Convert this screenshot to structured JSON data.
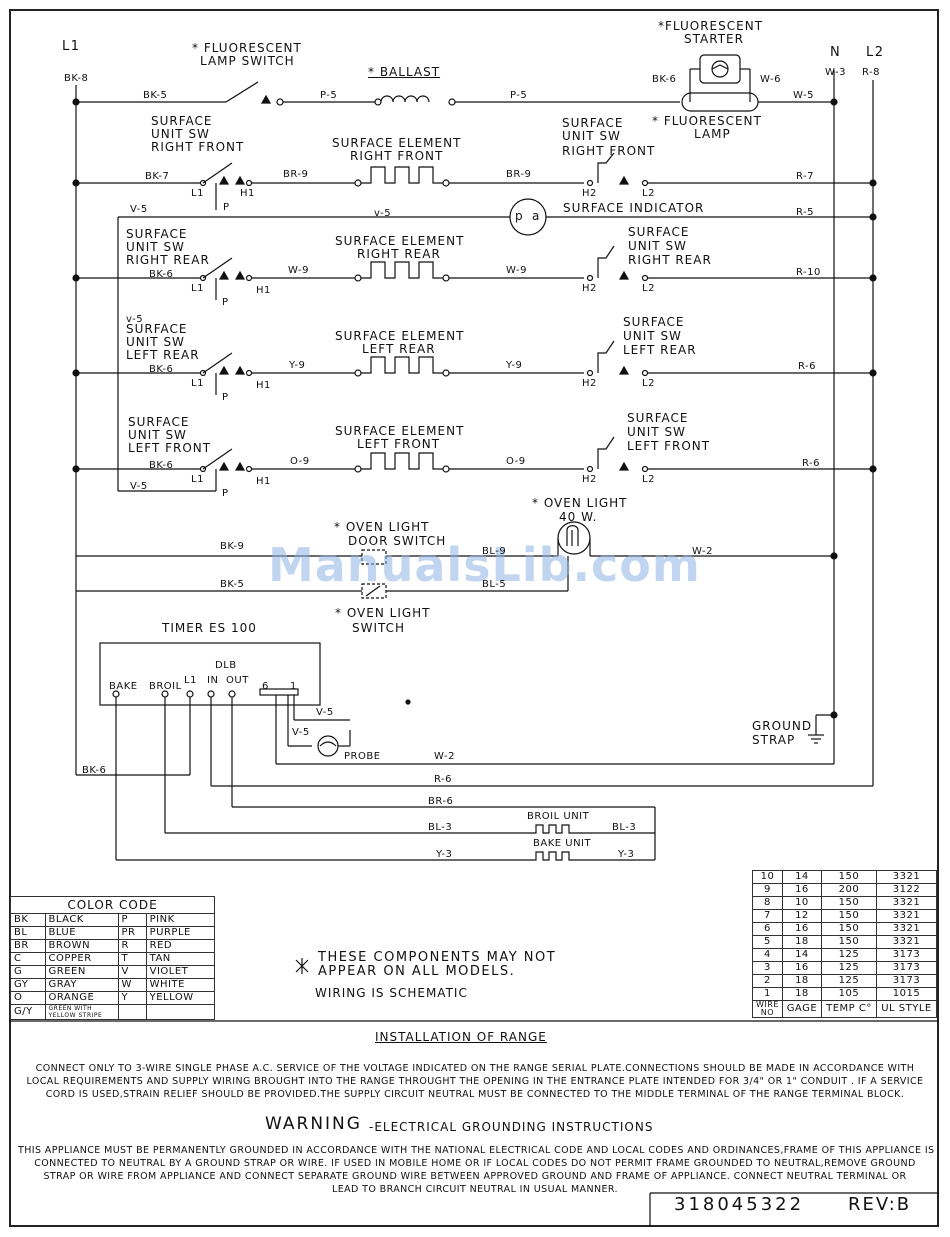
{
  "lines": {
    "l1": "L1",
    "l1_wire": "BK-8",
    "n": "N",
    "n_wire": "W-3",
    "l2": "L2",
    "l2_wire": "R-8"
  },
  "row1": {
    "switch_label": [
      "* FLUORESCENT",
      "LAMP SWITCH"
    ],
    "bk5": "BK-5",
    "p5a": "P-5",
    "ballast": "* BALLAST",
    "p5b": "P-5",
    "starter": [
      "*FLUORESCENT",
      "STARTER"
    ],
    "bk6": "BK-6",
    "w6": "W-6",
    "lamp": [
      "* FLUORESCENT",
      "LAMP"
    ],
    "w5": "W-5"
  },
  "rf": {
    "sw_label": [
      "SURFACE",
      "UNIT SW",
      "RIGHT FRONT"
    ],
    "bk7": "BK-7",
    "br9a": "BR-9",
    "elem": [
      "SURFACE ELEMENT",
      "RIGHT FRONT"
    ],
    "br9b": "BR-9",
    "sw2": [
      "SURFACE",
      "UNIT SW",
      "RIGHT FRONT"
    ],
    "r7": "R-7"
  },
  "ind": {
    "v5a": "V-5",
    "v5b": "v-5",
    "label": "SURFACE INDICATOR",
    "r5": "R-5",
    "p": "p",
    "a": "a"
  },
  "rr": {
    "sw_label": [
      "SURFACE",
      "UNIT SW",
      "RIGHT REAR"
    ],
    "bk6": "BK-6",
    "w9a": "W-9",
    "elem": [
      "SURFACE ELEMENT",
      "RIGHT REAR"
    ],
    "w9b": "W-9",
    "sw2": [
      "SURFACE",
      "UNIT SW",
      "RIGHT REAR"
    ],
    "r10": "R-10"
  },
  "lr": {
    "v5": "v-5",
    "sw_label": [
      "SURFACE",
      "UNIT SW",
      "LEFT REAR"
    ],
    "bk6": "BK-6",
    "y9a": "Y-9",
    "elem": [
      "SURFACE ELEMENT",
      "LEFT REAR"
    ],
    "y9b": "Y-9",
    "sw2": [
      "SURFACE",
      "UNIT SW",
      "LEFT REAR"
    ],
    "r6": "R-6"
  },
  "lf": {
    "sw_label": [
      "SURFACE",
      "UNIT SW",
      "LEFT FRONT"
    ],
    "bk6": "BK-6",
    "o9a": "O-9",
    "elem": [
      "SURFACE ELEMENT",
      "LEFT FRONT"
    ],
    "o9b": "O-9",
    "sw2": [
      "SURFACE",
      "UNIT SW",
      "LEFT FRONT"
    ],
    "r6": "R-6",
    "v5": "V-5"
  },
  "term": {
    "l1": "L1",
    "p": "P",
    "h1": "H1",
    "h2": "H2",
    "l2": "L2"
  },
  "oven": {
    "light": [
      "* OVEN LIGHT",
      "40 W."
    ],
    "door_sw": [
      "* OVEN LIGHT",
      "DOOR SWITCH"
    ],
    "bk9": "BK-9",
    "bl9": "BL-9",
    "w2": "W-2",
    "bk5": "BK-5",
    "bl5": "BL-5",
    "light_sw": [
      "* OVEN LIGHT",
      "SWITCH"
    ]
  },
  "timer": {
    "title": "TIMER ES 100",
    "dlb": "DLB",
    "bake": "BAKE",
    "broil": "BROIL",
    "l1": "L1",
    "in": "IN",
    "out": "OUT",
    "six": "6",
    "one": "1",
    "v5a": "V-5",
    "v5b": "V-5",
    "probe": "PROBE",
    "w2": "W-2",
    "bk6": "BK-6",
    "r6": "R-6",
    "br6": "BR-6",
    "bl3a": "BL-3",
    "bl3b": "BL-3",
    "y3a": "Y-3",
    "y3b": "Y-3",
    "broil_unit": "BROIL UNIT",
    "bake_unit": "BAKE UNIT"
  },
  "ground": [
    "GROUND",
    "STRAP"
  ],
  "watermark": "ManualsLib.com",
  "color_code": {
    "title": "COLOR CODE",
    "rows": [
      [
        "BK",
        "BLACK",
        "P",
        "PINK"
      ],
      [
        "BL",
        "BLUE",
        "PR",
        "PURPLE"
      ],
      [
        "BR",
        "BROWN",
        "R",
        "RED"
      ],
      [
        "C",
        "COPPER",
        "T",
        "TAN"
      ],
      [
        "G",
        "GREEN",
        "V",
        "VIOLET"
      ],
      [
        "GY",
        "GRAY",
        "W",
        "WHITE"
      ],
      [
        "O",
        "ORANGE",
        "Y",
        "YELLOW"
      ],
      [
        "G/Y",
        "GREEN WITH YELLOW STRIPE",
        "",
        ""
      ]
    ]
  },
  "note": {
    "line1": "THESE COMPONENTS MAY NOT",
    "line2": "APPEAR ON ALL MODELS.",
    "line3": "WIRING IS SCHEMATIC"
  },
  "wire_table": {
    "rows": [
      [
        "10",
        "14",
        "150",
        "3321"
      ],
      [
        "9",
        "16",
        "200",
        "3122"
      ],
      [
        "8",
        "10",
        "150",
        "3321"
      ],
      [
        "7",
        "12",
        "150",
        "3321"
      ],
      [
        "6",
        "16",
        "150",
        "3321"
      ],
      [
        "5",
        "18",
        "150",
        "3321"
      ],
      [
        "4",
        "14",
        "125",
        "3173"
      ],
      [
        "3",
        "16",
        "125",
        "3173"
      ],
      [
        "2",
        "18",
        "125",
        "3173"
      ],
      [
        "1",
        "18",
        "105",
        "1015"
      ]
    ],
    "headers": [
      "WIRE NO",
      "GAGE",
      "TEMP C°",
      "UL STYLE"
    ]
  },
  "install": {
    "title": "INSTALLATION OF RANGE",
    "lines": [
      "CONNECT ONLY TO 3-WIRE SINGLE PHASE A.C. SERVICE OF THE VOLTAGE INDICATED ON THE RANGE SERIAL PLATE.CONNECTIONS SHOULD BE MADE IN ACCORDANCE WITH",
      "LOCAL REQUIREMENTS AND SUPPLY WIRING BROUGHT INTO THE RANGE THROUGHT THE OPENING IN THE ENTRANCE PLATE INTENDED FOR 3/4\" OR 1\" CONDUIT . IF A SERVICE",
      "CORD IS USED,STRAIN RELIEF SHOULD BE PROVIDED.THE SUPPLY CIRCUIT NEUTRAL MUST BE CONNECTED TO THE MIDDLE TERMINAL OF THE RANGE TERMINAL BLOCK."
    ]
  },
  "warning": {
    "title": "WARNING",
    "subtitle": "-ELECTRICAL GROUNDING INSTRUCTIONS",
    "lines": [
      "THIS APPLIANCE MUST BE PERMANENTLY GROUNDED IN ACCORDANCE WITH THE NATIONAL ELECTRICAL CODE AND LOCAL CODES AND ORDINANCES,FRAME OF THIS APPLIANCE IS",
      "CONNECTED TO NEUTRAL BY A GROUND STRAP OR WIRE. IF USED IN MOBILE HOME OR IF LOCAL CODES DO NOT PERMIT FRAME GROUNDED TO NEUTRAL,REMOVE GROUND",
      "STRAP OR WIRE FROM APPLIANCE AND CONNECT SEPARATE GROUND WIRE BETWEEN APPROVED GROUND AND FRAME OF APPLIANCE. CONNECT NEUTRAL TERMINAL OR",
      "LEAD TO BRANCH CIRCUIT NEUTRAL IN USUAL MANNER."
    ]
  },
  "part_no": "318045322",
  "rev": "REV:B"
}
